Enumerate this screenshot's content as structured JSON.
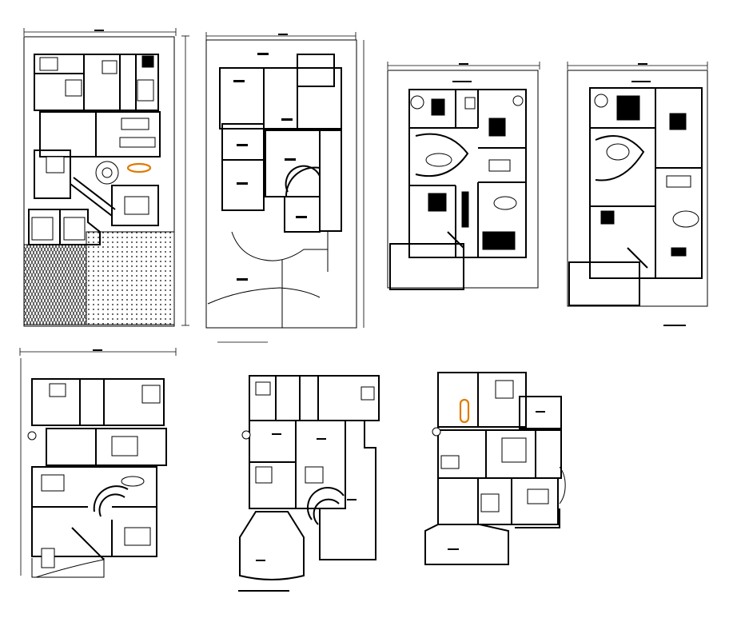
{
  "drawing": {
    "background": "#ffffff",
    "line_color": "#000000",
    "highlight_color": "#e07b00",
    "hatch_patterns": [
      "herringbone",
      "dotted"
    ],
    "plans": [
      {
        "id": "plan-1",
        "kind": "site-plan"
      },
      {
        "id": "plan-2",
        "kind": "floor-plan"
      },
      {
        "id": "plan-3",
        "kind": "floor-plan"
      },
      {
        "id": "plan-4",
        "kind": "floor-plan"
      },
      {
        "id": "plan-5",
        "kind": "floor-plan"
      },
      {
        "id": "plan-6",
        "kind": "floor-plan"
      },
      {
        "id": "plan-7",
        "kind": "floor-plan"
      }
    ]
  }
}
